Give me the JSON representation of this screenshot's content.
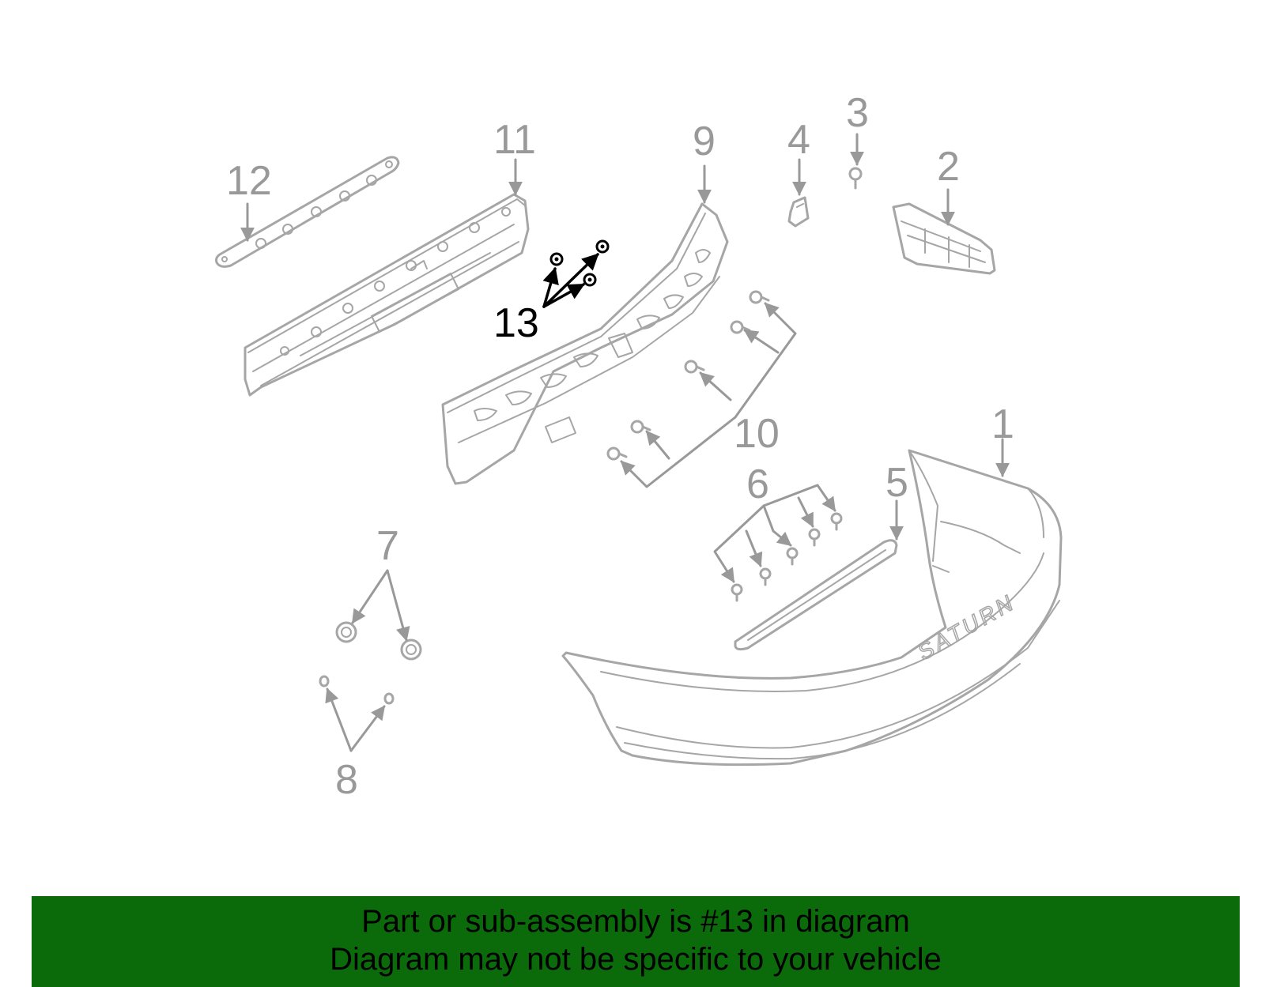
{
  "diagram": {
    "highlight_callout": "13",
    "callouts": [
      {
        "id": "1",
        "label": "1"
      },
      {
        "id": "2",
        "label": "2"
      },
      {
        "id": "3",
        "label": "3"
      },
      {
        "id": "4",
        "label": "4"
      },
      {
        "id": "5",
        "label": "5"
      },
      {
        "id": "6",
        "label": "6"
      },
      {
        "id": "7",
        "label": "7"
      },
      {
        "id": "8",
        "label": "8"
      },
      {
        "id": "9",
        "label": "9"
      },
      {
        "id": "10",
        "label": "10"
      },
      {
        "id": "11",
        "label": "11"
      },
      {
        "id": "12",
        "label": "12"
      },
      {
        "id": "13",
        "label": "13"
      }
    ],
    "bumper_brand_text": "SATURN"
  },
  "banner": {
    "line1": "Part or sub-assembly is #13 in diagram",
    "line2": "Diagram may not be specific to your vehicle",
    "background_color": "#0b6b0b"
  }
}
